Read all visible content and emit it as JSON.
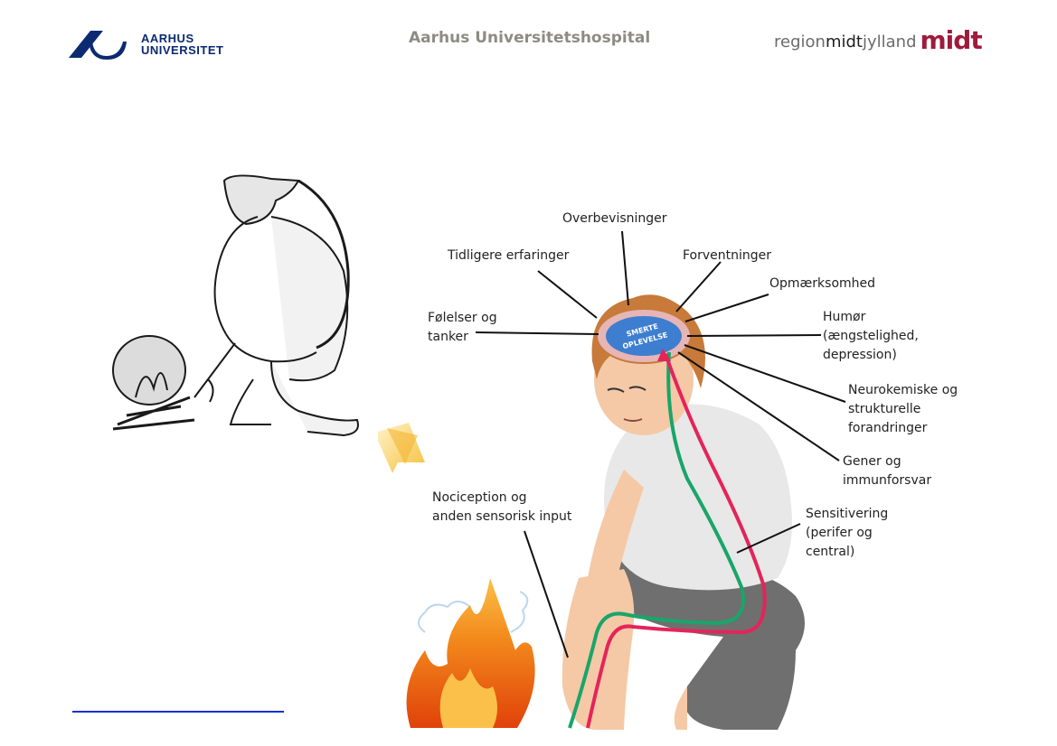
{
  "header": {
    "au_logo": {
      "line1": "AARHUS",
      "line2": "UNIVERSITET",
      "color": "#0b2a72"
    },
    "hospital_title": "Aarhus Universitetshospital",
    "region_logo": {
      "part1": "region",
      "part2": "midt",
      "part3": "jylland",
      "mark": "midt",
      "mark_color": "#9e1b3b"
    }
  },
  "diagram": {
    "brain_label": {
      "line1": "SMERTE",
      "line2": "OPLEVELSE"
    },
    "labels": {
      "overbevisninger": "Overbevisninger",
      "tidligere": "Tidligere erfaringer",
      "forventninger": "Forventninger",
      "opmaerksomhed": "Opmærksomhed",
      "folelser": {
        "line1": "Følelser og",
        "line2": "tanker"
      },
      "humor": {
        "line1": "Humør",
        "line2": "(ængstelighed,",
        "line3": "depression)"
      },
      "neurokemiske": {
        "line1": "Neurokemiske og",
        "line2": "strukturelle",
        "line3": "forandringer"
      },
      "gener": {
        "line1": "Gener og",
        "line2": "immunforsvar"
      },
      "nociception": {
        "line1": "Nociception og",
        "line2": "anden sensorisk input"
      },
      "sensitivering": {
        "line1": "Sensitivering",
        "line2": "(perifer og",
        "line3": "central)"
      }
    },
    "colors": {
      "ascending_path": "#e4245a",
      "descending_path": "#1aa56a",
      "flame": "#f07a14",
      "arrow": "#f7c94a"
    }
  }
}
